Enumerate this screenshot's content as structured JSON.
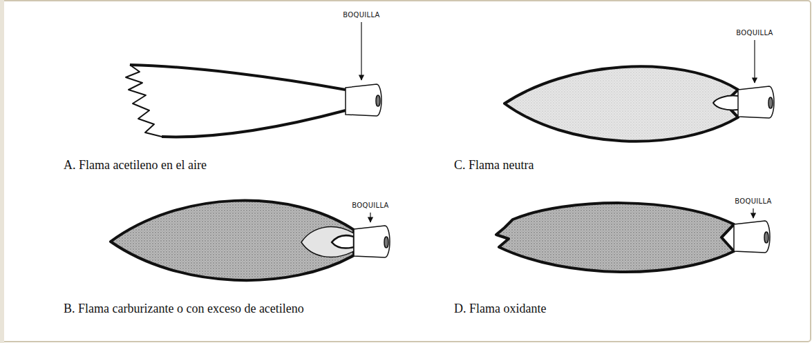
{
  "diagram": {
    "labels": [
      "BOQUILLA",
      "A. Flama acetileno en el aire",
      "BOQUILLA",
      "C. Flama neutra",
      "BOQUILLA",
      "B. Flama carburizante o con exceso de acetileno",
      "BOQUILLA",
      "D. Flama oxidante"
    ]
  }
}
